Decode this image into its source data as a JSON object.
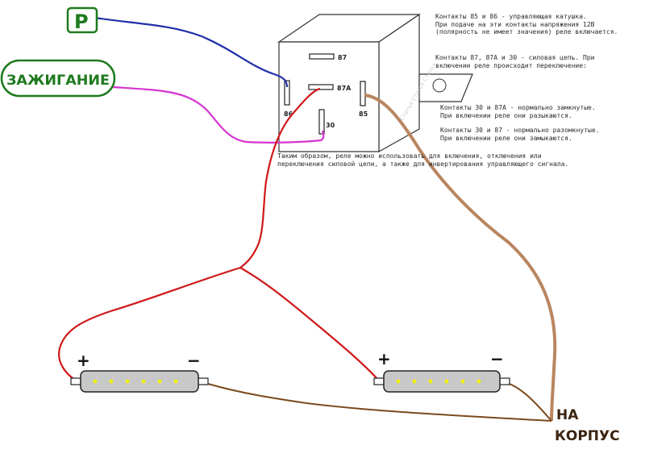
{
  "labels": {
    "p_label": "P",
    "ignition_label": "ЗАЖИГАНИЕ",
    "ground_line1": "НА",
    "ground_line2": "КОРПУС",
    "plus_left": "+",
    "minus_left": "−",
    "plus_right": "+",
    "minus_right": "−"
  },
  "relay": {
    "pin_87": "87",
    "pin_87a": "87A",
    "pin_86": "86",
    "pin_30": "30",
    "pin_85": "85",
    "watermark": "Статья  Статья  Статья"
  },
  "notes": {
    "note1": "Контакты 85 и 86 - управляющая катушка.\nПри подаче на эти контакты напряжения 12В\n(полярность не имеет значения) реле включается.",
    "note2": "Контакты 87, 87А и 30 - силовая цепь. При\nвключении реле происходит переключение:",
    "note3": "Контакты 30 и 87А - нормально замкнутые.\nПри включении реле они разыкаются.",
    "note4": "Контакты 30 и 87 - нормально разомкнутые.\nПри включении реле они замыкаются.",
    "note5": "Таким образом, реле можно использовать для включения, отключения или\nпереключения силовой цепи, а также для инвертирования управляющего сигнала."
  },
  "colors": {
    "blue_wire": "#1f2fa8",
    "magenta_wire": "#d633d0",
    "red_wire": "#d01818",
    "brown_wire": "#b98660",
    "ground_wire": "#7a4a1c",
    "label_green": "#1e7a1e",
    "led_body": "#c8c8c8",
    "led_dot": "#f2f200"
  }
}
